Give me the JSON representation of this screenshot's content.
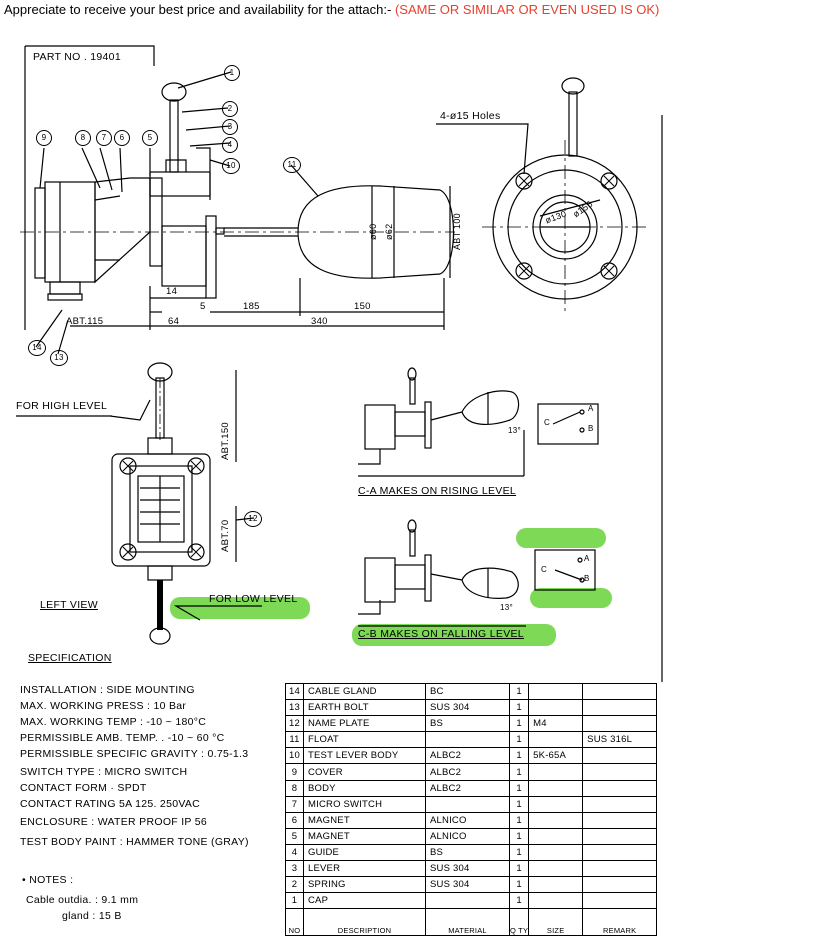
{
  "header": {
    "text": "Appreciate to receive your best price and availability for the attach:-",
    "request": "(SAME OR SIMILAR OR EVEN USED IS OK)"
  },
  "colors": {
    "request": "#e8402c",
    "highlight": "#7ed957"
  },
  "drawing": {
    "part_no": "PART NO . 19401",
    "balloons": [
      "1",
      "2",
      "3",
      "4",
      "5",
      "6",
      "7",
      "8",
      "9",
      "10",
      "11",
      "12",
      "13",
      "14"
    ],
    "holes": "4-ø15 Holes",
    "dims": {
      "d1": "14",
      "d2": "5",
      "d3": "185",
      "d4": "150",
      "d5": "64",
      "d6": "340",
      "abt115": "ABT.115",
      "phi60": "ø60",
      "phi62": "ø62",
      "abt100": "ABT 100",
      "pcd130": "ø130",
      "pcd155": "ø155",
      "abt150": "ABT.150",
      "abt70": "ABT.70",
      "angle_top": "13°",
      "angle_bottom": "13°"
    },
    "for_high": "FOR HIGH LEVEL",
    "for_low": "FOR LOW LEVEL",
    "left_view": "LEFT VIEW",
    "ca": "C-A MAKES ON RISING LEVEL",
    "cb": "C-B MAKES ON FALLING LEVEL",
    "c": "C",
    "a": "A",
    "b": "B"
  },
  "spec": {
    "title": "SPECIFICATION",
    "lines": [
      "INSTALLATION : SIDE MOUNTING",
      "MAX. WORKING PRESS : 10 Bar",
      "MAX. WORKING TEMP : -10 ~ 180°C",
      "PERMISSIBLE AMB. TEMP. . -10 ~ 60 °C",
      "PERMISSIBLE SPECIFIC GRAVITY : 0.75-1.3",
      "SWITCH TYPE : MICRO SWITCH",
      "CONTACT FORM · SPDT",
      "CONTACT RATING    5A 125. 250VAC",
      "ENCLOSURE : WATER PROOF IP 56",
      "TEST BODY PAINT : HAMMER TONE (GRAY)"
    ],
    "notes_title": "• NOTES :",
    "note1": "Cable outdia. : 9.1 mm",
    "note2": "gland    : 15 B"
  },
  "bom": {
    "header": {
      "no": "NO",
      "desc": "DESCRIPTION",
      "mat": "MATERIAL",
      "qty": "Q TY",
      "size": "SIZE",
      "remark": "REMARK"
    },
    "rows": [
      {
        "no": "14",
        "desc": "CABLE GLAND",
        "mat": "BC",
        "qty": "1",
        "size": "",
        "remark": ""
      },
      {
        "no": "13",
        "desc": "EARTH BOLT",
        "mat": "SUS 304",
        "qty": "1",
        "size": "",
        "remark": ""
      },
      {
        "no": "12",
        "desc": "NAME PLATE",
        "mat": "BS",
        "qty": "1",
        "size": "M4",
        "remark": ""
      },
      {
        "no": "11",
        "desc": "FLOAT",
        "mat": "",
        "qty": "1",
        "size": "",
        "remark": "SUS 316L"
      },
      {
        "no": "10",
        "desc": "TEST LEVER BODY",
        "mat": "ALBC2",
        "qty": "1",
        "size": "5K-65A",
        "remark": ""
      },
      {
        "no": "9",
        "desc": "COVER",
        "mat": "ALBC2",
        "qty": "1",
        "size": "",
        "remark": ""
      },
      {
        "no": "8",
        "desc": "BODY",
        "mat": "ALBC2",
        "qty": "1",
        "size": "",
        "remark": ""
      },
      {
        "no": "7",
        "desc": "MICRO SWITCH",
        "mat": "",
        "qty": "1",
        "size": "",
        "remark": ""
      },
      {
        "no": "6",
        "desc": "MAGNET",
        "mat": "ALNICO",
        "qty": "1",
        "size": "",
        "remark": ""
      },
      {
        "no": "5",
        "desc": "MAGNET",
        "mat": "ALNICO",
        "qty": "1",
        "size": "",
        "remark": ""
      },
      {
        "no": "4",
        "desc": "GUIDE",
        "mat": "BS",
        "qty": "1",
        "size": "",
        "remark": ""
      },
      {
        "no": "3",
        "desc": "LEVER",
        "mat": "SUS 304",
        "qty": "1",
        "size": "",
        "remark": ""
      },
      {
        "no": "2",
        "desc": "SPRING",
        "mat": "SUS 304",
        "qty": "1",
        "size": "",
        "remark": ""
      },
      {
        "no": "1",
        "desc": "CAP",
        "mat": "",
        "qty": "1",
        "size": "",
        "remark": ""
      }
    ]
  }
}
